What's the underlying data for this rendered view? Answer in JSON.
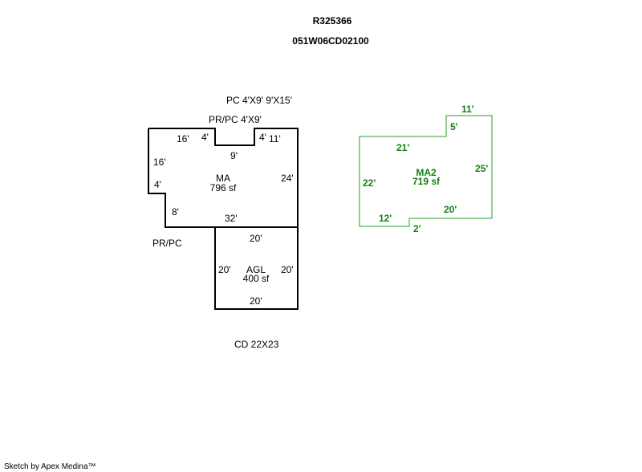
{
  "header": {
    "parcel_id": "R325366",
    "map_number": "051W06CD02100"
  },
  "annotations": {
    "pc_label": "PC 4'X9' 9'X15'",
    "prpc_top_label": "PR/PC 4'X9'",
    "prpc_left_label": "PR/PC",
    "cd_label": "CD 22X23"
  },
  "colors": {
    "main_outline": "#000000",
    "ma2_outline": "#6fbf6f",
    "ma2_text": "#128012"
  },
  "areas": {
    "ma": {
      "name": "MA",
      "area": "796 sf",
      "dims": [
        "16'",
        "4'",
        "4'",
        "11'",
        "9'",
        "16'",
        "4'",
        "24'",
        "8'",
        "32'"
      ]
    },
    "agl": {
      "name": "AGL",
      "area": "400 sf",
      "dims": [
        "20'",
        "20'",
        "20'",
        "20'"
      ]
    },
    "ma2": {
      "name": "MA2",
      "area": "719 sf",
      "dims": [
        "11'",
        "5'",
        "21'",
        "25'",
        "22'",
        "20'",
        "12'",
        "2'"
      ]
    }
  },
  "footer": {
    "credit": "Sketch by Apex Medina™"
  }
}
